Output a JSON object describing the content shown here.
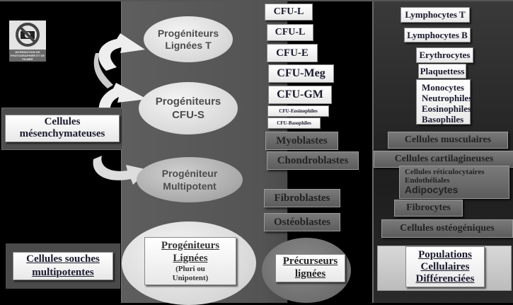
{
  "sign": {
    "icon": "no-photography-icon",
    "text": "INTERDICTION DE PHOTOGRAPHIER ET DE FILMER"
  },
  "column1": {
    "mesenchymal_label": "Cellules mésenchymateuses",
    "multipotent_label_line1": "Cellules souches",
    "multipotent_label_line2": "multipotentes"
  },
  "column2": {
    "progenitor_t_line1": "Progéniteurs",
    "progenitor_t_line2": "Lignées T",
    "progenitor_cfus_line1": "Progéniteurs",
    "progenitor_cfus_line2": "CFU-S",
    "progenitor_multi_line1": "Progéniteur",
    "progenitor_multi_line2": "Multipotent",
    "lineage_title_line1": "Progéniteurs",
    "lineage_title_line2": "Lignées",
    "lineage_sub_line1": "(Pluri ou",
    "lineage_sub_line2": "Unipotent)"
  },
  "column3": {
    "cfu_items": [
      "CFU-L",
      "CFU-L",
      "CFU-E",
      "CFU-Meg",
      "CFU-GM",
      "CFU-Eosinophiles",
      "CFU-Basophiles"
    ],
    "blast_items": [
      "Myoblastes",
      "Chondroblastes",
      "Fibroblastes",
      "Ostéoblastes"
    ],
    "precursor_line1": "Précurseurs",
    "precursor_line2": "lignées"
  },
  "column4": {
    "lymphocytes_t": "Lymphocytes T",
    "lymphocytes_b": "Lymphocytes B",
    "erythrocytes": "Erythrocytes",
    "plaquettes": "Plaquettess",
    "myeloid": [
      "Monocytes",
      "Neutrophiles",
      "Eosinophiles",
      "Basophiles"
    ],
    "muscle": "Cellules musculaires",
    "cartilage": "Cellules cartilagineuses",
    "reticulo": "Cellules réticulocytaires",
    "endothelial": "Endothéliales",
    "adipocytes": "Adipocytes",
    "fibrocytes": "Fibrocytes",
    "osteogenic": "Cellules ostéogéniques",
    "populations_line1": "Populations",
    "populations_line2": "Cellulaires",
    "populations_line3": "Différenciées"
  }
}
